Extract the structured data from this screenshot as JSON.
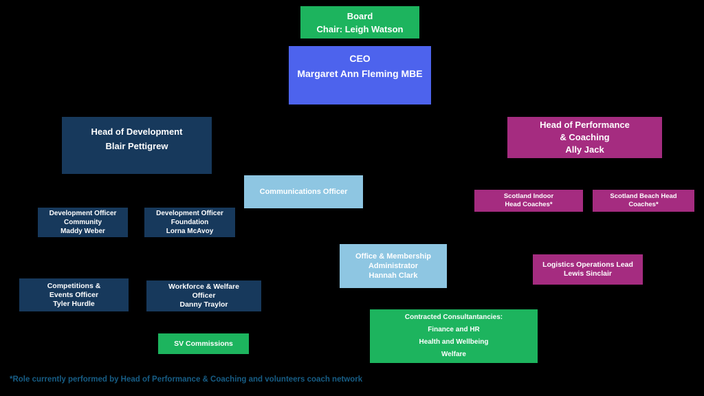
{
  "colors": {
    "green": "#1db45e",
    "blue": "#4d63ed",
    "navy": "#17395c",
    "magenta": "#a52c80",
    "lightblue": "#8ec6e2",
    "note": "#175d85"
  },
  "nodes": {
    "board": {
      "line1": "Board",
      "line2": "Chair: Leigh Watson"
    },
    "ceo": {
      "line1": "CEO",
      "line2": "Margaret Ann Fleming MBE"
    },
    "head_development": {
      "line1": "Head of Development",
      "line2": "Blair Pettigrew"
    },
    "head_performance": {
      "line1": "Head of Performance",
      "line2": "& Coaching",
      "line3": "Ally Jack"
    },
    "communications": {
      "line1": "Communications Officer"
    },
    "dev_community": {
      "line1": "Development Officer",
      "line2": "Community",
      "line3": "Maddy Weber"
    },
    "dev_foundation": {
      "line1": "Development Officer",
      "line2": "Foundation",
      "line3": "Lorna McAvoy"
    },
    "scotland_indoor": {
      "line1": "Scotland Indoor",
      "line2": "Head Coaches*"
    },
    "scotland_beach": {
      "line1": "Scotland  Beach Head",
      "line2": "Coaches*"
    },
    "office_membership": {
      "line1": "Office  & Membership",
      "line2": "Administrator",
      "line3": "Hannah Clark"
    },
    "logistics": {
      "line1": "Logistics Operations Lead",
      "line2": "Lewis Sinclair"
    },
    "competitions": {
      "line1": "Competitions &",
      "line2": "Events Officer",
      "line3": "Tyler Hurdle"
    },
    "workforce": {
      "line1": "Workforce & Welfare",
      "line2": "Officer",
      "line3": "Danny Traylor"
    },
    "sv_commissions": {
      "line1": "SV Commissions"
    },
    "contracted": {
      "line1": "Contracted Consultantancies:",
      "line2": "Finance and HR",
      "line3": "Health and Wellbeing",
      "line4": "Welfare"
    }
  },
  "footnote": "*Role currently performed by Head of Performance & Coaching and volunteers coach network"
}
